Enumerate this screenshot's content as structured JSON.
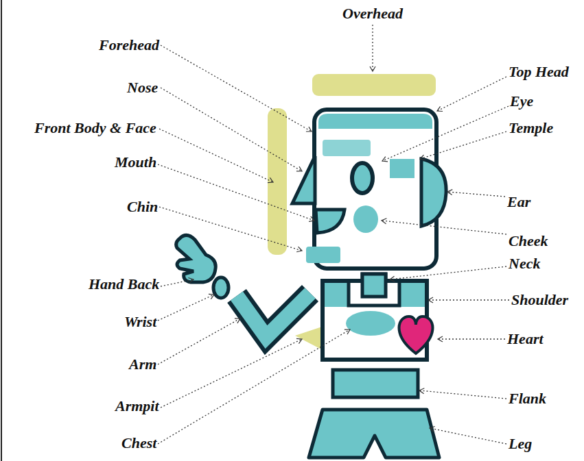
{
  "diagram": {
    "labels": [
      "Overhead",
      "Forehead",
      "Top Head",
      "Nose",
      "Eye",
      "Front Body & Face",
      "Temple",
      "Mouth",
      "Ear",
      "Chin",
      "Cheek",
      "Neck",
      "Hand Back",
      "Shoulder",
      "Wrist",
      "Heart",
      "Arm",
      "Flank",
      "Armpit",
      "Leg",
      "Chest"
    ]
  }
}
